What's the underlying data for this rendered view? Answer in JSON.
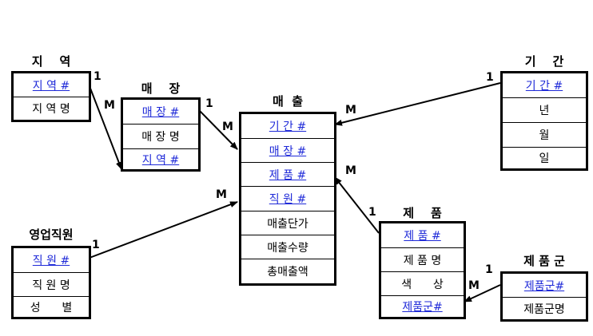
{
  "entities": {
    "jiyeok": {
      "title": "지    역",
      "rows": [
        "지 역 #",
        "지 역 명"
      ]
    },
    "maejang": {
      "title": "매    장",
      "rows": [
        "매 장 #",
        "매 장 명",
        "지 역 #"
      ]
    },
    "maechul": {
      "title": "매  출",
      "rows": [
        "기 간 #",
        "매 장 #",
        "제 품 #",
        "직 원 #",
        "매출단가",
        "매출수량",
        "총매출액"
      ]
    },
    "gigan": {
      "title": "기    간",
      "rows": [
        "기 간 #",
        "년",
        "월",
        "일"
      ]
    },
    "yeongeop": {
      "title": "영업직원",
      "rows": [
        "직 원 #",
        "직 원 명",
        "성      별"
      ]
    },
    "jepum": {
      "title": "제    품",
      "rows": [
        "제 품 #",
        "제 품 명",
        "색      상",
        "제품군#"
      ]
    },
    "jepumgun": {
      "title": "제 품 군",
      "rows": [
        "제품군#",
        "제품군명"
      ]
    }
  },
  "cardinality": {
    "jiyeok_maejang_one": "1",
    "jiyeok_maejang_many": "M",
    "maejang_maechul_one": "1",
    "maejang_maechul_many": "M",
    "gigan_maechul_one": "1",
    "gigan_maechul_many": "M",
    "jepum_maechul_one": "1",
    "jepum_maechul_many": "M",
    "yeongeop_maechul_one": "1",
    "yeongeop_maechul_many": "M",
    "jepumgun_jepum_one": "1",
    "jepumgun_jepum_many": "M"
  }
}
